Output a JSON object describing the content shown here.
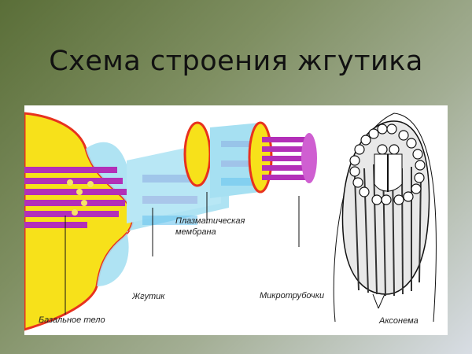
{
  "slide": {
    "title": "Схема строения жгутика"
  },
  "diagram": {
    "labels": {
      "basal_body": "Базальное тело",
      "flagellum": "Жгутик",
      "plasma_membrane_line1": "Плазматическая",
      "plasma_membrane_line2": "мембрана",
      "microtubules": "Микротрубочки",
      "axoneme": "Аксонема"
    },
    "colors": {
      "cytoplasm": "#f7e11a",
      "membrane": "#e8321e",
      "flagellum_sheath": "#9ddcf2",
      "microtubule": "#b32fb8",
      "background_panel": "#ffffff"
    }
  }
}
